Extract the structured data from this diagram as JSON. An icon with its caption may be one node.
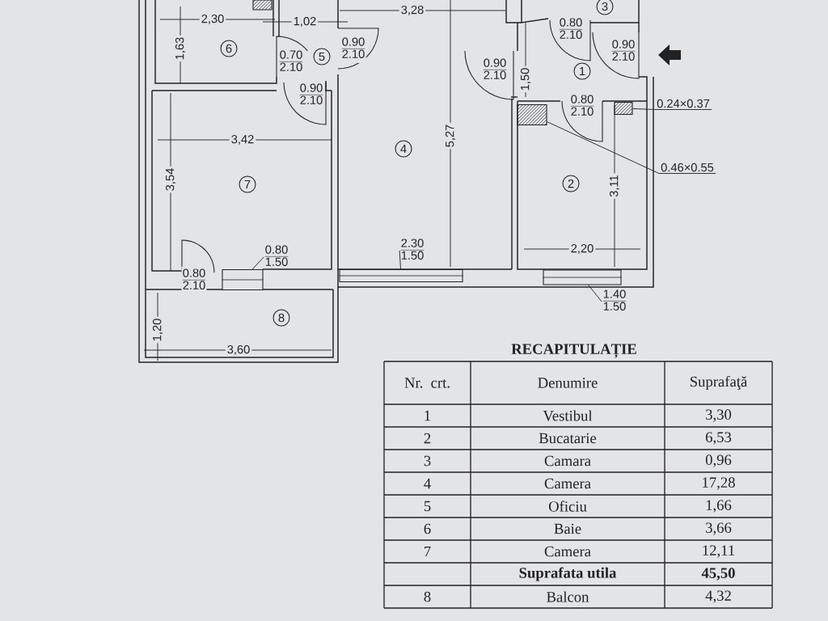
{
  "diagram": {
    "nodes": [
      {
        "text": [
          "0.24×0.37"
        ]
      },
      {
        "text": [],
        "shape": "box"
      },
      {
        "text": [
          "0.46×0.55"
        ]
      },
      {
        "text": [],
        "shape": "box"
      },
      {
        "text": [
          "0.80",
          "1.50"
        ]
      },
      {
        "text": [],
        "shape": "box"
      },
      {
        "text": [
          "2.30",
          "1.50"
        ]
      },
      {
        "text": [],
        "shape": "box"
      },
      {
        "text": [
          "1.40",
          "1.50"
        ]
      },
      {
        "text": [],
        "shape": "box"
      }
    ],
    "edges": [
      {
        "from": 0,
        "to": 1,
        "arrow": "none"
      },
      {
        "from": 2,
        "to": 3,
        "arrow": "none"
      },
      {
        "from": 4,
        "to": 5,
        "arrow": "none"
      },
      {
        "from": 6,
        "to": 7,
        "arrow": "none"
      },
      {
        "from": 8,
        "to": 9,
        "arrow": "none"
      }
    ],
    "labels": [
      "3,28",
      "3",
      "2,30",
      "1,02",
      "0.80",
      "2.10",
      "1,63",
      "6",
      "0.70",
      "2.10",
      "5",
      "0.90",
      "2.10",
      "0.90",
      "2.10",
      "1,50",
      "1",
      "0.90",
      "2.10",
      "0.90",
      "2.10",
      "0.80",
      "2.10",
      "3,42",
      "4",
      "5,27",
      "3,54",
      "7",
      "2",
      "3,11",
      "2,20",
      "0.80",
      "2.10",
      "8",
      "1,20",
      "3,60",
      "RECAPITULAȚIE",
      "Nr. crt.",
      "Denumire",
      "Suprafaţă",
      "1",
      "Vestibul",
      "3,30",
      "2",
      "Bucatarie",
      "6,53",
      "3",
      "Camara",
      "0,96",
      "4",
      "Camera",
      "17,28",
      "5",
      "Oficiu",
      "1,66",
      "6",
      "Baie",
      "3,66",
      "7",
      "Camera",
      "12,11",
      "Suprafata utila",
      "45,50",
      "8",
      "Balcon",
      "4,32"
    ]
  }
}
